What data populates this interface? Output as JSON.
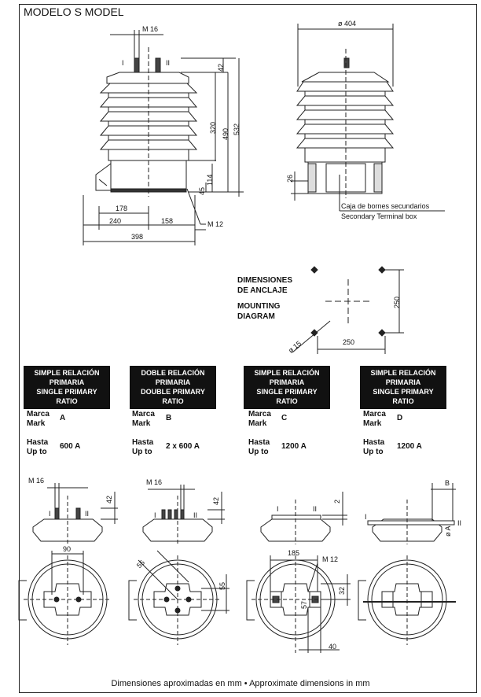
{
  "title": "MODELO S MODEL",
  "front_view": {
    "m16": "M 16",
    "terminal_I": "I",
    "terminal_II": "II",
    "dim_42": "42",
    "dim_320": "320",
    "dim_490": "490",
    "dim_532": "532",
    "dim_114": "114",
    "dim_45": "45",
    "dim_178": "178",
    "dim_240": "240",
    "dim_158": "158",
    "dim_398": "398",
    "m12": "M 12"
  },
  "side_view": {
    "diameter": "ø 404",
    "dim_26": "26",
    "box_es": "Caja de bornes secundarios",
    "box_en": "Secondary Terminal box"
  },
  "mounting": {
    "label_es_1": "DIMENSIONES",
    "label_es_2": "DE ANCLAJE",
    "label_en_1": "MOUNTING",
    "label_en_2": "DIAGRAM",
    "dim_250_v": "250",
    "dim_250_h": "250",
    "hole": "ø 15"
  },
  "variants": [
    {
      "h1": "SIMPLE RELACIÓN",
      "h2": "PRIMARIA",
      "h3": "SINGLE PRIMARY",
      "h4": "RATIO",
      "mark_label_es": "Marca",
      "mark_label_en": "Mark",
      "mark": "A",
      "upto_label_es": "Hasta",
      "upto_label_en": "Up to",
      "upto": "600 A"
    },
    {
      "h1": "DOBLE RELACIÓN",
      "h2": "PRIMARIA",
      "h3": "DOUBLE PRIMARY",
      "h4": "RATIO",
      "mark_label_es": "Marca",
      "mark_label_en": "Mark",
      "mark": "B",
      "upto_label_es": "Hasta",
      "upto_label_en": "Up to",
      "upto": "2 x 600 A"
    },
    {
      "h1": "SIMPLE RELACIÓN",
      "h2": "PRIMARIA",
      "h3": "SINGLE PRIMARY",
      "h4": "RATIO",
      "mark_label_es": "Marca",
      "mark_label_en": "Mark",
      "mark": "C",
      "upto_label_es": "Hasta",
      "upto_label_en": "Up to",
      "upto": "1200 A"
    },
    {
      "h1": "SIMPLE RELACIÓN",
      "h2": "PRIMARIA",
      "h3": "SINGLE PRIMARY",
      "h4": "RATIO",
      "mark_label_es": "Marca",
      "mark_label_en": "Mark",
      "mark": "D",
      "upto_label_es": "Hasta",
      "upto_label_en": "Up to",
      "upto": "1200 A"
    }
  ],
  "details": {
    "a_m16": "M 16",
    "a_42": "42",
    "a_I": "I",
    "a_II": "II",
    "a_90": "90",
    "b_m16": "M 16",
    "b_42": "42",
    "b_I": "I",
    "b_II": "II",
    "b_55d": "55",
    "b_55": "55",
    "c_2": "2",
    "c_I": "I",
    "c_II": "II",
    "c_185": "185",
    "c_m12": "M 12",
    "c_32": "32",
    "c_57": "57",
    "c_40": "40",
    "d_B": "B",
    "d_I": "I",
    "d_II": "II",
    "d_oA": "ø A"
  },
  "footer": "Dimensiones aproximadas en mm • Approximate dimensions in mm"
}
